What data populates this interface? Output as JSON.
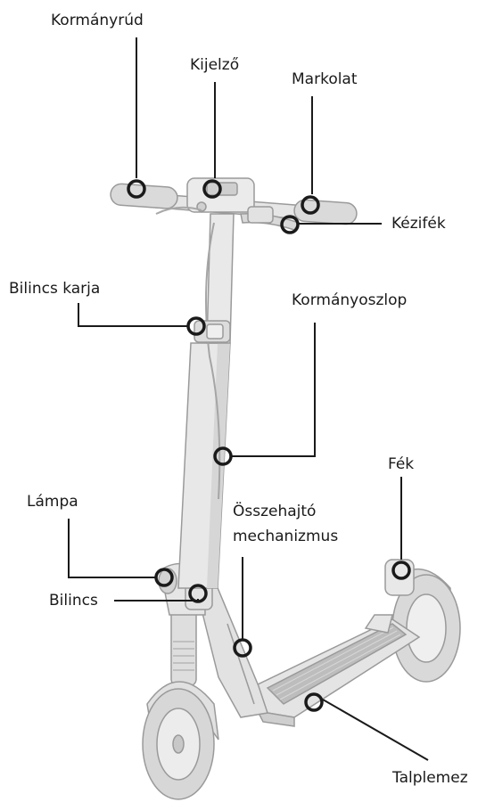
{
  "labels": {
    "handlebar": "Kormányrúd",
    "display": "Kijelző",
    "grip": "Markolat",
    "hand_brake": "Kézifék",
    "clamp_lever": "Bilincs karja",
    "steering_column": "Kormányoszlop",
    "brake": "Fék",
    "lamp": "Lámpa",
    "folding_line1": "Összehajtó",
    "folding_line2": "mechanizmus",
    "clamp": "Bilincs",
    "deck": "Talplemez"
  },
  "colors": {
    "line": "#1a1a1a",
    "scooter": "#e6e6e6",
    "scooter_shade": "#c9c9c9",
    "tire": "#d8d8d8"
  }
}
